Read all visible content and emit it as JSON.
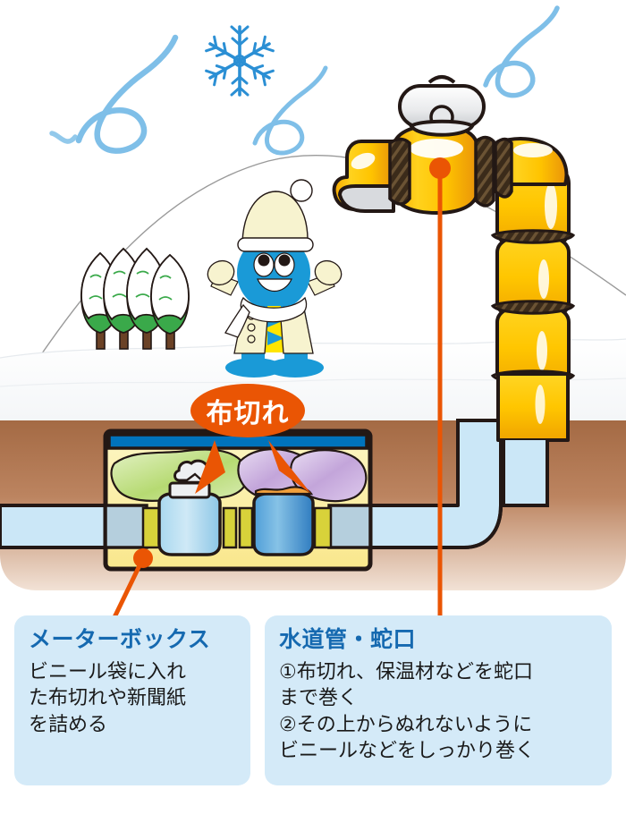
{
  "illustration": {
    "title_alt": "水道管の凍結防止イラスト",
    "callout": {
      "label": "布切れ",
      "bubble_color": "#ea5504",
      "text_color": "#ffffff"
    },
    "scene": {
      "sky_color": "#ffffff",
      "snow_color": "#fafafa",
      "mountain_outline": "#8c8c8c",
      "tree_green": "#3aa94a",
      "tree_snow": "#ffffff",
      "trunk_color": "#6b4226",
      "snowflake_color": "#2b8fd4",
      "wind_swirl_color": "#7fbfe8",
      "soil_top_color": "#a9714b",
      "soil_bottom_color": "#f0ded2",
      "pipe_water_color": "#cbe7f7",
      "insulation_yellow": "#ffc800",
      "rope_color": "#3b2b1a",
      "meterbox_fill": "#fbeea0",
      "meterbox_lid": "#0073bc",
      "cloth_green": "#a8d45e",
      "cloth_purple": "#c3a5da",
      "leader_color": "#ea5504"
    },
    "mascot": {
      "name": "water-drop-mascot",
      "body_color": "#1a9ad7",
      "coat_color": "#f7f3cf",
      "scarf_color": "#ffffff",
      "accent_color": "#ffe500"
    }
  },
  "panels": [
    {
      "id": "meter-box",
      "title": "メーターボックス",
      "body": "ビニール袋に入れ\nた布切れや新聞紙\nを詰める"
    },
    {
      "id": "water-pipe-faucet",
      "title": "水道管・蛇口",
      "body": "①布切れ、保温材などを蛇口\nまで巻く\n②その上からぬれないように\nビニールなどをしっかり巻く"
    }
  ],
  "icons": {
    "snowflake": "snowflake-icon",
    "wind_swirl_left": "wind-swirl-icon",
    "wind_swirl_right": "wind-swirl-icon",
    "wind_swirl_mid": "wind-swirl-icon",
    "faucet": "faucet-icon",
    "meter": "water-meter-icon",
    "tree": "snow-tree-icon"
  },
  "colors": {
    "panel_bg": "#d4eaf8",
    "panel_title": "#1569b0",
    "panel_text": "#1a1a1a",
    "accent_orange": "#ea5504"
  }
}
